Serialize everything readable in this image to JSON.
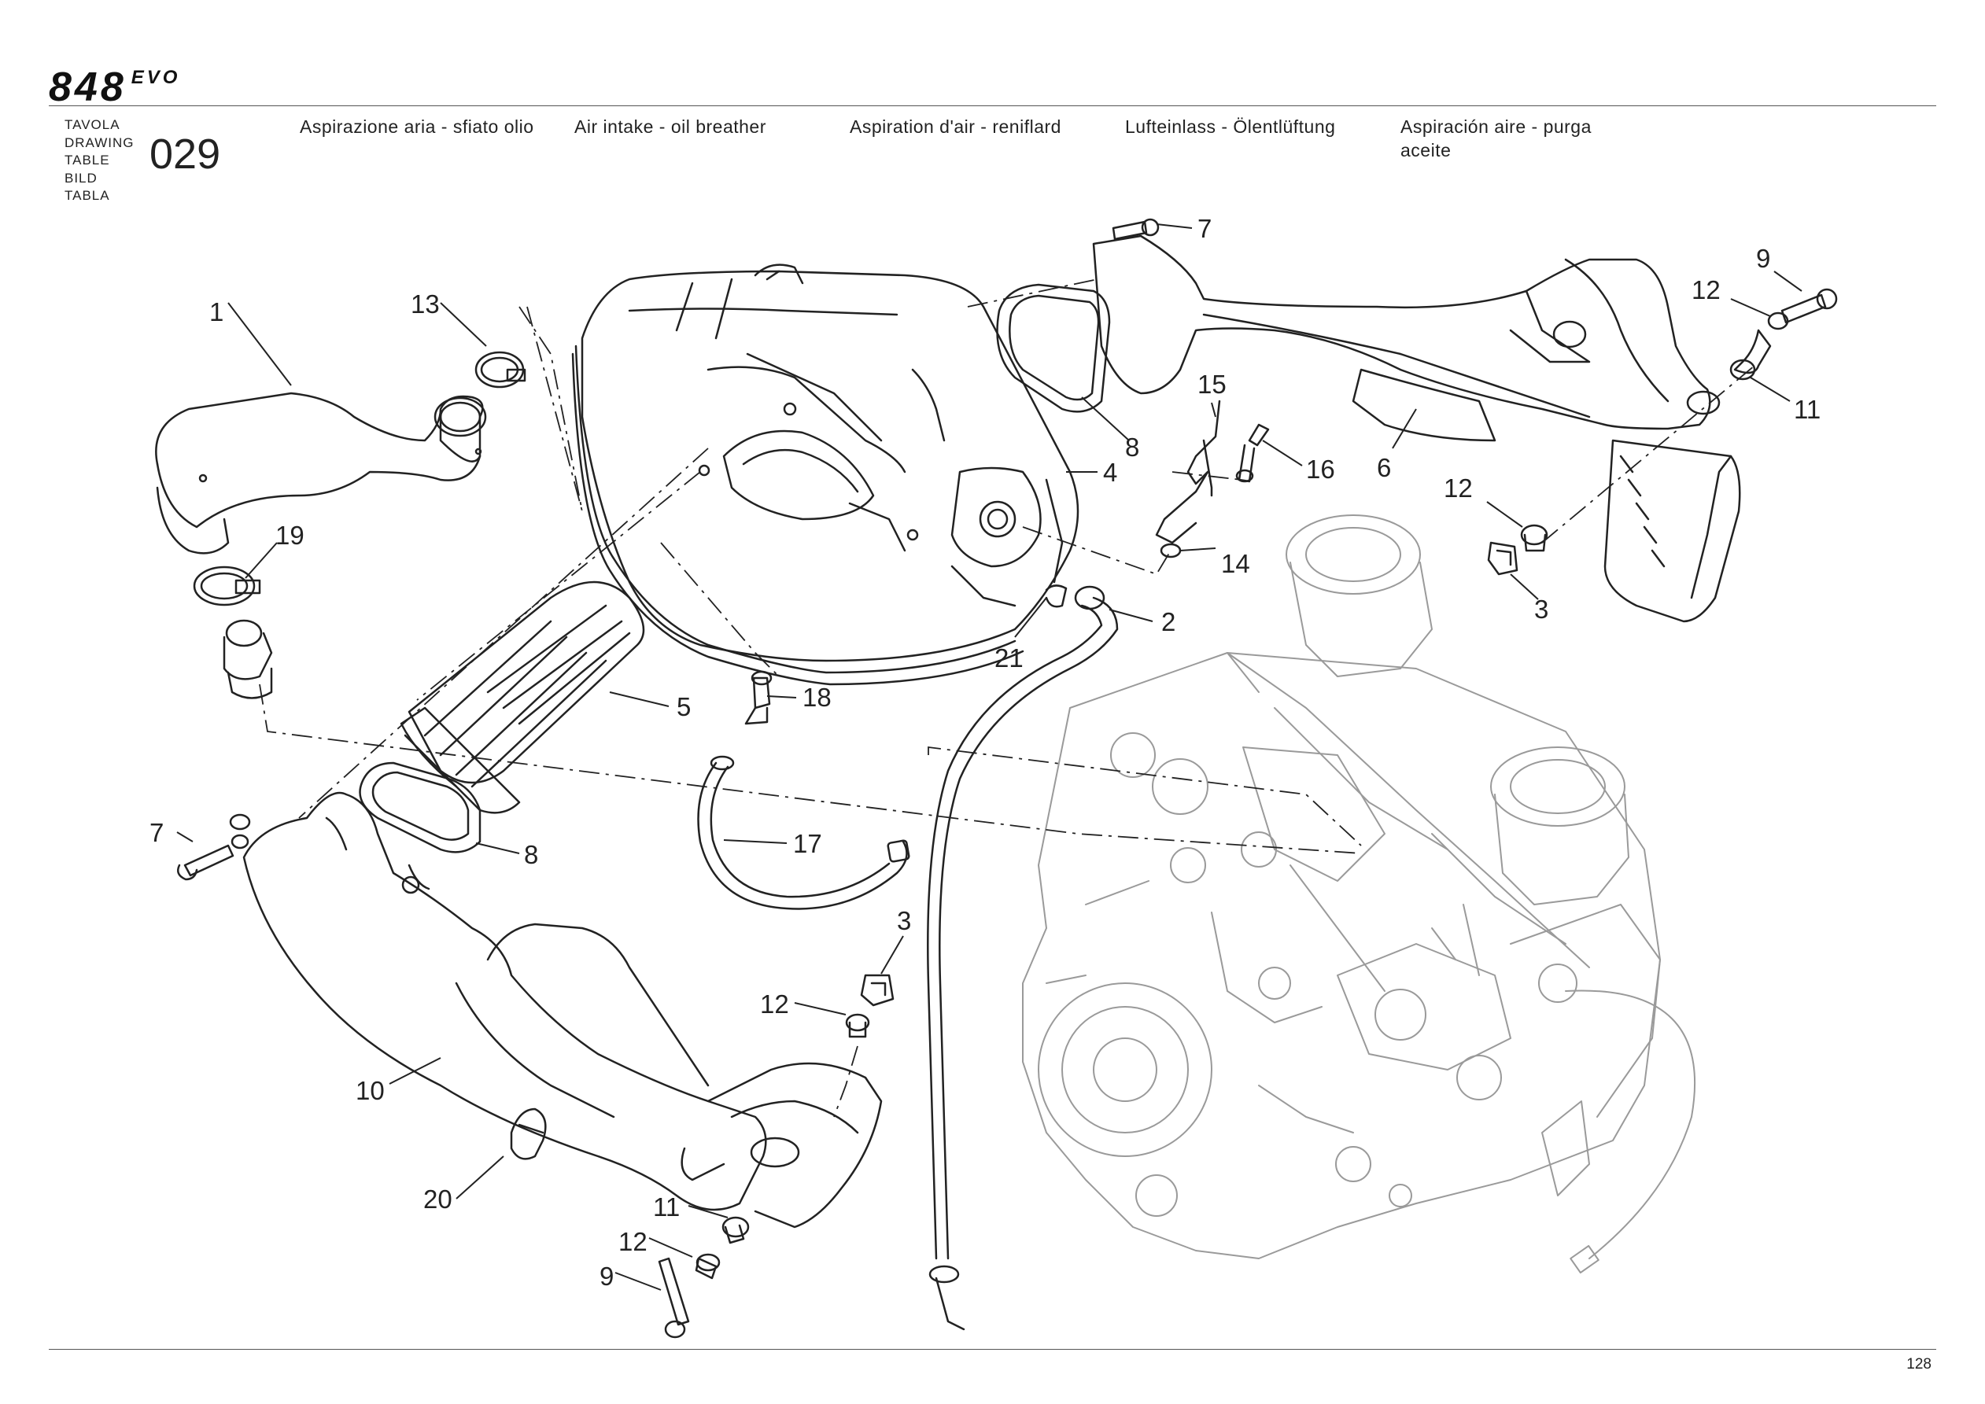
{
  "header": {
    "logo_text": "848EVO",
    "table_labels": [
      "TAVOLA",
      "DRAWING",
      "TABLE",
      "BILD",
      "TABLA"
    ],
    "table_number": "029",
    "titles": {
      "it": "Aspirazione aria - sfiato olio",
      "en": "Air intake - oil breather",
      "fr": "Aspiration d'air - reniflard",
      "de": "Lufteinlass - Ölentlüftung",
      "es_line1": "Aspiración aire - purga",
      "es_line2": "aceite"
    }
  },
  "callouts": [
    "1",
    "13",
    "19",
    "5",
    "18",
    "17",
    "7",
    "8",
    "10",
    "20",
    "11",
    "12",
    "9",
    "3",
    "12",
    "4",
    "8",
    "7",
    "15",
    "16",
    "14",
    "21",
    "2",
    "6",
    "9",
    "12",
    "11",
    "12",
    "3"
  ],
  "footer": {
    "page_number": "128"
  }
}
